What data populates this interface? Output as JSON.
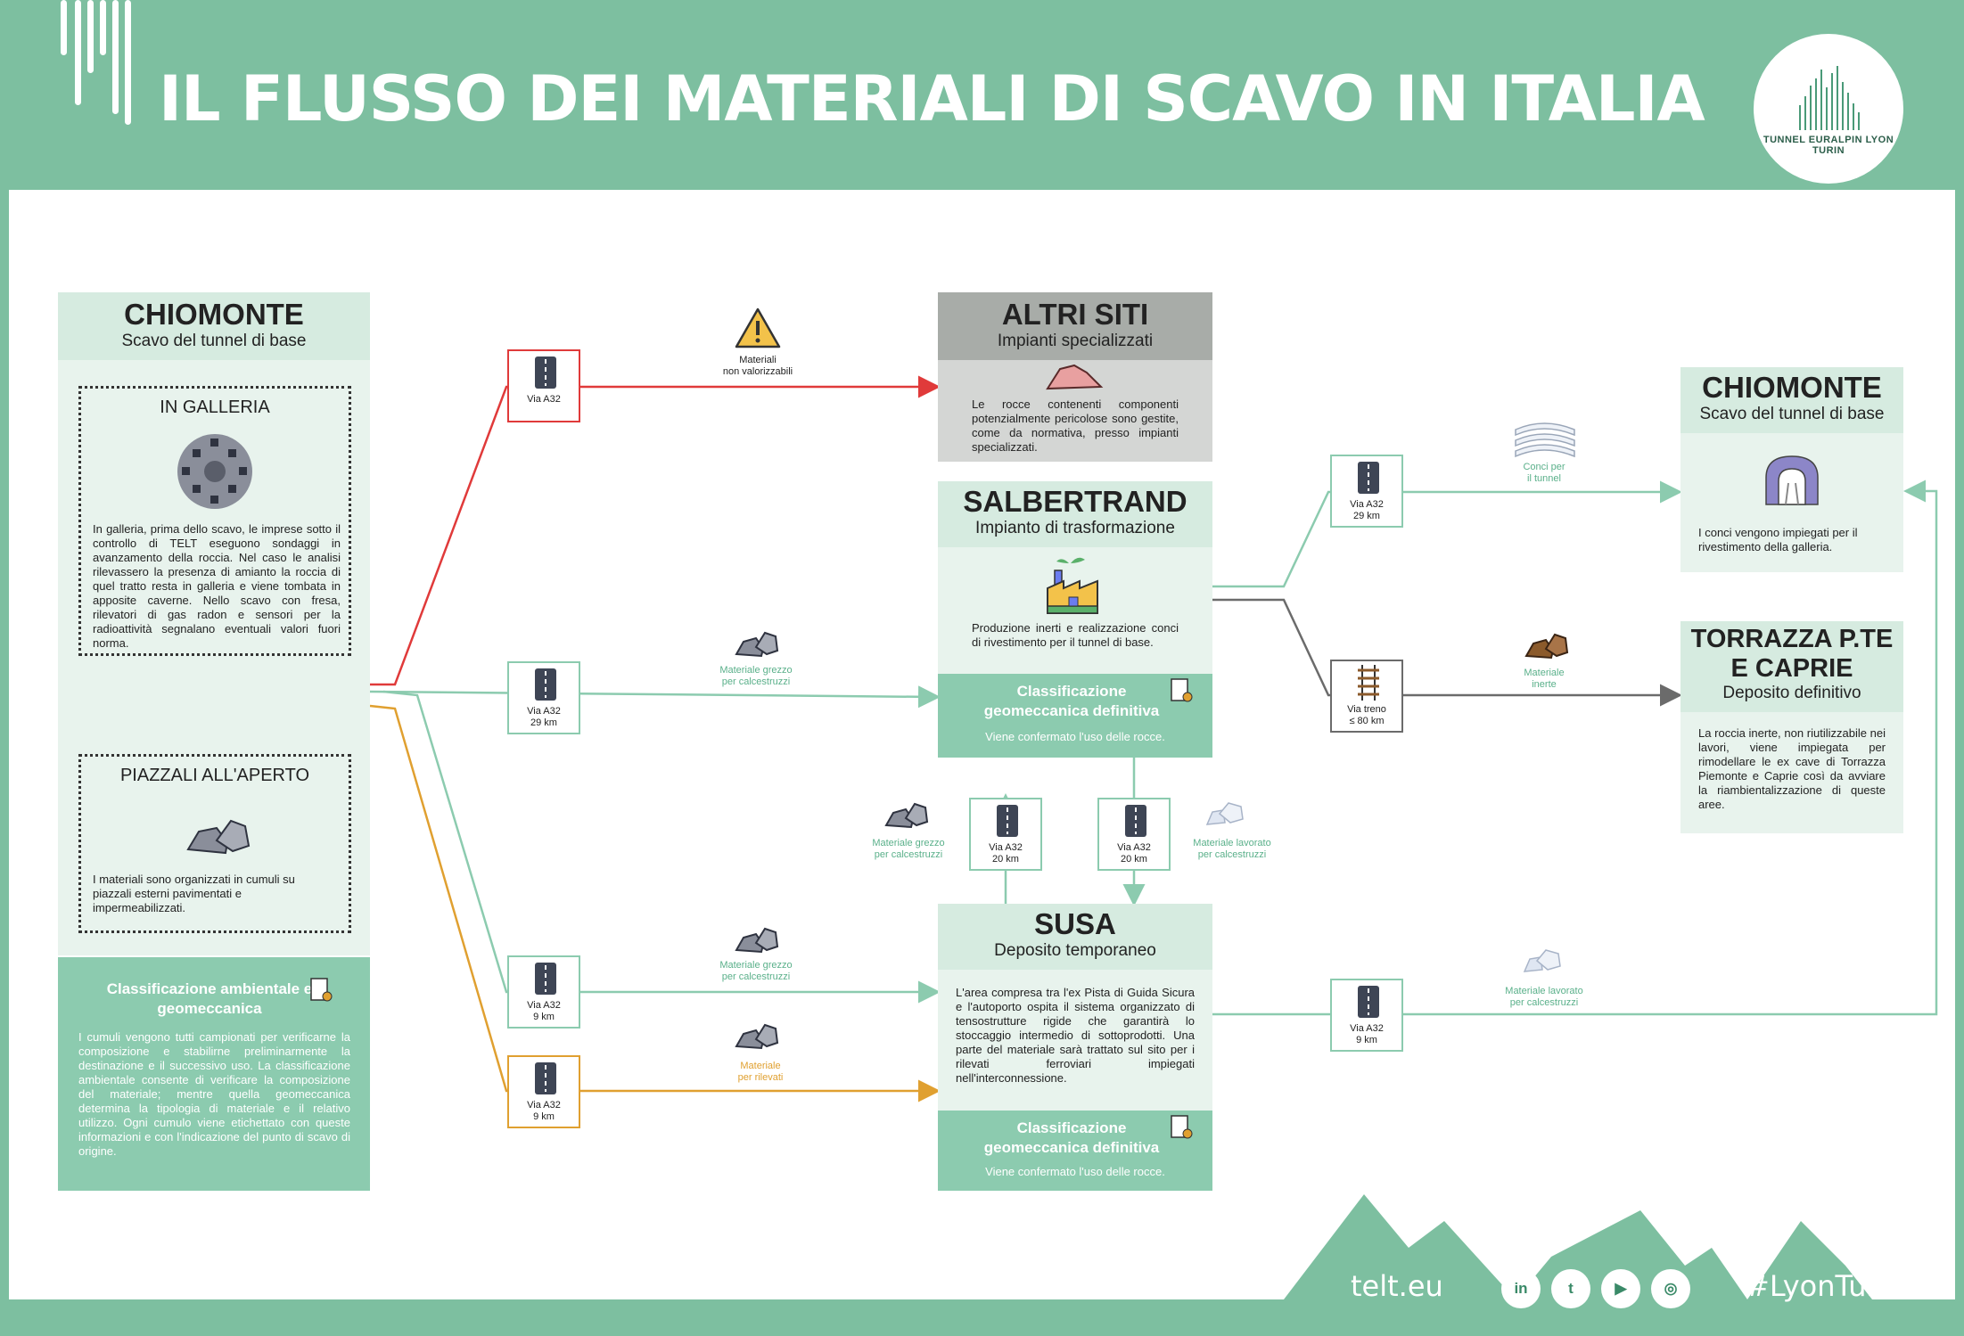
{
  "title": "IL FLUSSO DEI MATERIALI DI SCAVO IN ITALIA",
  "logo": {
    "text": "TUNNEL EURALPIN LYON TURIN"
  },
  "chiomonte_left": {
    "title": "CHIOMONTE",
    "subtitle": "Scavo del tunnel di base",
    "galleria_title": "IN GALLERIA",
    "galleria_text": "In galleria, prima dello scavo, le imprese sotto il controllo di TELT eseguono sondaggi in avanzamento della roccia. Nel caso le analisi rilevassero la presenza di amianto la roccia di quel tratto resta in galleria e viene tombata in apposite caverne. Nello scavo con fresa, rilevatori di gas radon e sensori per la radioattività segnalano eventuali valori fuori norma.",
    "piazzali_title": "PIAZZALI ALL'APERTO",
    "piazzali_text": "I materiali sono organizzati in cumuli su piazzali esterni pavimentati e impermeabilizzati.",
    "class_title": "Classificazione ambientale e geomeccanica",
    "class_text": "I cumuli vengono tutti campionati per verificarne la composizione e stabilirne preliminarmente la destinazione e il successivo uso. La classificazione ambientale consente di verificare la composizione del materiale; mentre quella geomeccanica determina la tipologia di materiale e il relativo utilizzo. Ogni cumulo viene etichettato con queste informazioni e con l'indicazione del punto di scavo di origine."
  },
  "altri_siti": {
    "title": "ALTRI SITI",
    "subtitle": "Impianti specializzati",
    "text": "Le rocce contenenti componenti potenzialmente pericolose sono gestite, come da normativa, presso impianti specializzati."
  },
  "salbertrand": {
    "title": "SALBERTRAND",
    "subtitle": "Impianto di trasformazione",
    "text": "Produzione inerti e realizzazione conci di rivestimento per il tunnel di base.",
    "class_title": "Classificazione geomeccanica definitiva",
    "class_text": "Viene confermato l'uso delle rocce."
  },
  "susa": {
    "title": "SUSA",
    "subtitle": "Deposito temporaneo",
    "text": "L'area compresa tra l'ex Pista di Guida Sicura e l'autoporto ospita il sistema organizzato di tensostrutture rigide che garantirà lo stoccaggio intermedio di sottoprodotti. Una parte del materiale sarà trattato sul sito per i rilevati ferroviari impiegati nell'interconnessione.",
    "class_title": "Classificazione geomeccanica definitiva",
    "class_text": "Viene confermato l'uso delle rocce."
  },
  "chiomonte_right": {
    "title": "CHIOMONTE",
    "subtitle": "Scavo del tunnel di base",
    "text": "I conci vengono impiegati per il rivestimento della galleria."
  },
  "torrazza": {
    "title_line1": "TORRAZZA P.TE",
    "title_line2": "E CAPRIE",
    "subtitle": "Deposito definitivo",
    "text": "La roccia inerte, non riutilizzabile nei lavori, viene impiegata per rimodellare le ex cave di Torrazza Piemonte e Caprie così da avviare la riambientalizzazione di queste aree."
  },
  "transports": {
    "t1": {
      "l1": "Via A32",
      "l2": ""
    },
    "t2": {
      "l1": "Via A32",
      "l2": "29 km"
    },
    "t3": {
      "l1": "Via A32",
      "l2": "9 km"
    },
    "t4": {
      "l1": "Via A32",
      "l2": "9 km"
    },
    "t5": {
      "l1": "Via A32",
      "l2": "20 km"
    },
    "t6": {
      "l1": "Via A32",
      "l2": "20 km"
    },
    "t7": {
      "l1": "Via A32",
      "l2": "29 km"
    },
    "t8": {
      "l1": "Via treno",
      "l2": "≤ 80 km"
    },
    "t9": {
      "l1": "Via A32",
      "l2": "9 km"
    }
  },
  "captions": {
    "c1a": "Materiali",
    "c1b": "non valorizzabili",
    "c2a": "Materiale grezzo",
    "c2b": "per calcestruzzi",
    "c3a": "Materiale grezzo",
    "c3b": "per calcestruzzi",
    "c4a": "Materiale",
    "c4b": "per rilevati",
    "c5a": "Materiale grezzo",
    "c5b": "per calcestruzzi",
    "c6a": "Materiale lavorato",
    "c6b": "per calcestruzzi",
    "c7a": "Conci per",
    "c7b": "il tunnel",
    "c8a": "Materiale",
    "c8b": "inerte",
    "c9a": "Materiale lavorato",
    "c9b": "per calcestruzzi"
  },
  "footer": {
    "site": "telt.eu",
    "hashtag": "#LyonTurin",
    "social": [
      "in",
      "t",
      "▶",
      "◎"
    ]
  },
  "colors": {
    "bg_green": "#7dbfa0",
    "red": "#e03a3a",
    "orange": "#e0a030",
    "line_green": "#8ccbaf",
    "gray": "#6b6b6b"
  }
}
